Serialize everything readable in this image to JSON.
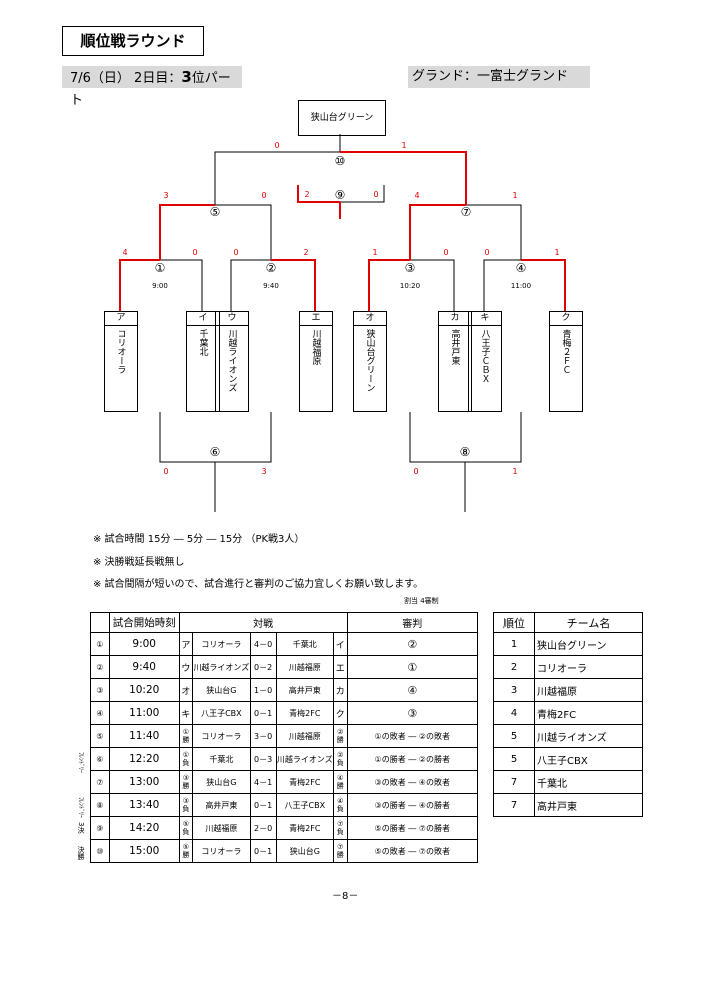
{
  "header": {
    "title": "順位戦ラウンド",
    "date_prefix": "7/6（日）  2日目：",
    "date_bold": "3",
    "date_suffix": "位パート",
    "ground": "グランド：一富士グランド"
  },
  "bracket": {
    "champion": "狭山台グリーン",
    "nodes": {
      "n1": "①",
      "n2": "②",
      "n3": "③",
      "n4": "④",
      "n5": "⑤",
      "n6": "⑥",
      "n7": "⑦",
      "n8": "⑧",
      "n9": "⑨",
      "n10": "⑩"
    },
    "times": {
      "t1": "9:00",
      "t2": "9:40",
      "t3": "10:20",
      "t4": "11:00"
    },
    "scores": {
      "m10l": "0",
      "m10r": "1",
      "m9l": "2",
      "m9r": "0",
      "m5l": "3",
      "m5r": "0",
      "m7l": "4",
      "m7r": "1",
      "m1l": "4",
      "m1r": "0",
      "m2l": "0",
      "m2r": "2",
      "m3l": "1",
      "m3r": "0",
      "m4l": "0",
      "m4r": "1",
      "m6l": "0",
      "m6r": "3",
      "m8l": "0",
      "m8r": "1"
    },
    "teams": [
      {
        "code": "ア",
        "name": "コリオーラ"
      },
      {
        "code": "イ",
        "name": "千葉北"
      },
      {
        "code": "ウ",
        "name": "川越ライオンズ"
      },
      {
        "code": "エ",
        "name": "川越福原"
      },
      {
        "code": "オ",
        "name": "狭山台グリーン"
      },
      {
        "code": "カ",
        "name": "高井戸東"
      },
      {
        "code": "キ",
        "name": "八王子ＣＢＸ"
      },
      {
        "code": "ク",
        "name": "青梅２ＦＣ"
      }
    ]
  },
  "notes": {
    "n1": "※  試合時間  15分  ―  5分  ―  15分 （PK戦3人）",
    "n2": "※  決勝戦延長戦無し",
    "n3": "※ 試合間隔が短いので、試合進行と審判のご協力宜しくお願い致します。",
    "ref_note": "割当  4審制"
  },
  "schedule": {
    "headers": {
      "time": "試合開始時刻",
      "match": "対戦",
      "ref": "審判"
    },
    "rows": [
      {
        "no": "①",
        "time": "9:00",
        "lt": "ア",
        "left": "コリオーラ",
        "score": "4－0",
        "right": "千葉北",
        "rt": "イ",
        "ref": "②"
      },
      {
        "no": "②",
        "time": "9:40",
        "lt": "ウ",
        "left": "川越ライオンズ",
        "score": "0－2",
        "right": "川越福原",
        "rt": "エ",
        "ref": "①"
      },
      {
        "no": "③",
        "time": "10:20",
        "lt": "オ",
        "left": "狭山台G",
        "score": "1－0",
        "right": "高井戸東",
        "rt": "カ",
        "ref": "④"
      },
      {
        "no": "④",
        "time": "11:00",
        "lt": "キ",
        "left": "八王子CBX",
        "score": "0－1",
        "right": "青梅2FC",
        "rt": "ク",
        "ref": "③"
      },
      {
        "no": "⑤",
        "time": "11:40",
        "lt1": "①",
        "lt2": "勝",
        "left": "コリオーラ",
        "score": "3－0",
        "right": "川越福原",
        "rt1": "②",
        "rt2": "勝",
        "ref": "①の敗者  ―  ②の敗者"
      },
      {
        "no": "⑥",
        "time": "12:20",
        "lt1": "①",
        "lt2": "負",
        "left": "千葉北",
        "score": "0－3",
        "right": "川越ライオンズ",
        "rt1": "②",
        "rt2": "負",
        "ref": "①の勝者  ―  ②の勝者"
      },
      {
        "no": "⑦",
        "time": "13:00",
        "lt1": "③",
        "lt2": "勝",
        "left": "狭山台G",
        "score": "4－1",
        "right": "青梅2FC",
        "rt1": "④",
        "rt2": "勝",
        "ref": "③の敗者  ―  ④の敗者"
      },
      {
        "no": "⑧",
        "time": "13:40",
        "lt1": "③",
        "lt2": "負",
        "left": "高井戸東",
        "score": "0－1",
        "right": "八王子CBX",
        "rt1": "④",
        "rt2": "負",
        "ref": "③の勝者  ―  ④の勝者"
      },
      {
        "no": "⑨",
        "time": "14:20",
        "lt1": "⑤",
        "lt2": "負",
        "left": "川越福原",
        "score": "2－0",
        "right": "青梅2FC",
        "rt1": "⑦",
        "rt2": "負",
        "ref": "⑤の勝者  ―  ⑦の勝者"
      },
      {
        "no": "⑩",
        "time": "15:00",
        "lt1": "⑤",
        "lt2": "勝",
        "left": "コリオーラ",
        "score": "0－1",
        "right": "狭山台G",
        "rt1": "⑦",
        "rt2": "勝",
        "ref": "⑤の敗者  ―  ⑦の敗者"
      }
    ],
    "side_labels": {
      "s6": "ﾌﾚﾝﾄﾞﾘｰ",
      "s8": "ﾌﾚﾝﾄﾞﾘｰ",
      "s9": "3決",
      "s10": "決勝"
    }
  },
  "ranking": {
    "headers": {
      "rank": "順位",
      "team": "チーム名"
    },
    "rows": [
      {
        "rank": "1",
        "team": "狭山台グリーン"
      },
      {
        "rank": "2",
        "team": "コリオーラ"
      },
      {
        "rank": "3",
        "team": "川越福原"
      },
      {
        "rank": "4",
        "team": "青梅2FC"
      },
      {
        "rank": "5",
        "team": "川越ライオンズ"
      },
      {
        "rank": "5",
        "team": "八王子CBX"
      },
      {
        "rank": "7",
        "team": "千葉北"
      },
      {
        "rank": "7",
        "team": "高井戸東"
      }
    ]
  },
  "page_number": "－8－",
  "colors": {
    "win_line": "#e00000",
    "score": "#e00000",
    "bar": "#d9d9d9"
  }
}
